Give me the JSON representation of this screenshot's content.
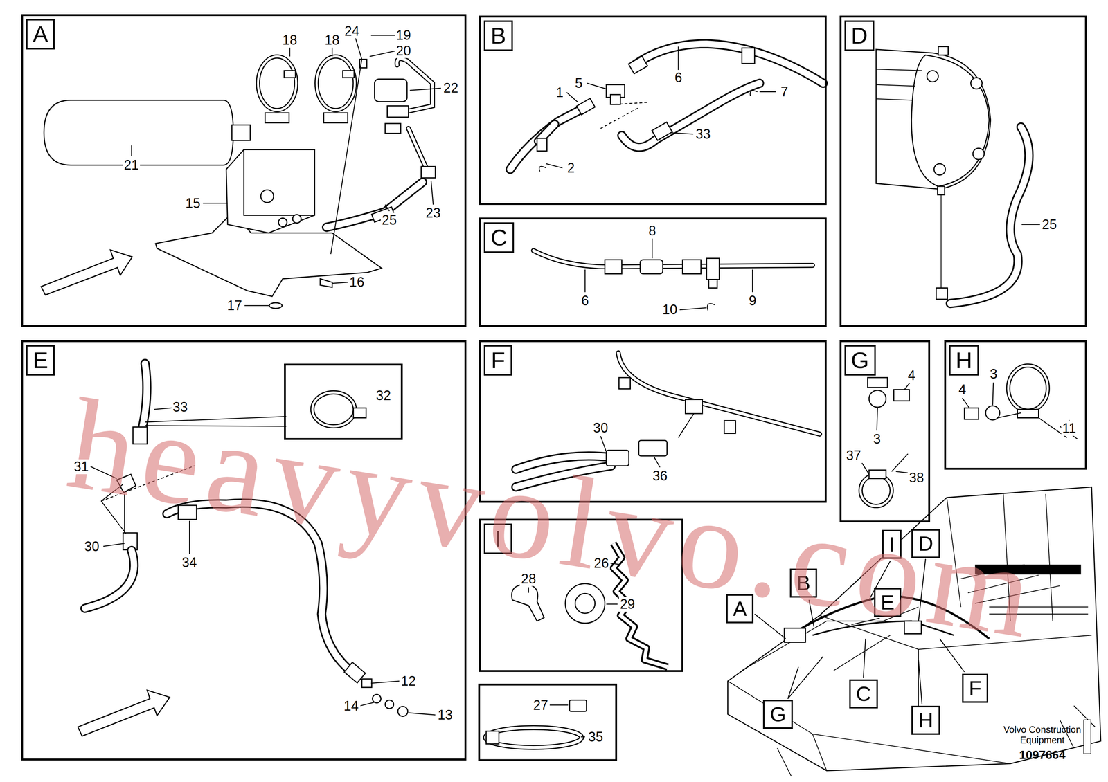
{
  "diagram": {
    "nodes": [
      {
        "text": [
          "A"
        ]
      },
      {
        "text": [
          "B"
        ]
      },
      {
        "text": [
          "C"
        ]
      },
      {
        "text": [
          "D"
        ]
      },
      {
        "text": [
          "E"
        ]
      },
      {
        "text": [
          "32"
        ],
        "in": 4
      },
      {
        "text": [
          "F"
        ]
      },
      {
        "text": [
          "G"
        ]
      },
      {
        "text": [
          "H"
        ]
      },
      {
        "text": [
          "I"
        ]
      },
      {
        "text": [
          "A"
        ]
      },
      {
        "text": [
          "B"
        ]
      },
      {
        "text": [
          "I"
        ]
      },
      {
        "text": [
          "D"
        ]
      },
      {
        "text": [
          "E"
        ]
      },
      {
        "text": [
          "C"
        ]
      },
      {
        "text": [
          "F"
        ]
      },
      {
        "text": [
          "G"
        ]
      },
      {
        "text": [
          "H"
        ]
      }
    ],
    "labels": [
      "18",
      "18",
      "24",
      "19",
      "20",
      "22",
      "21",
      "15",
      "25",
      "23",
      "16",
      "17",
      "1",
      "5",
      "6",
      "7",
      "33",
      "2",
      "8",
      "6",
      "9",
      "10",
      "25",
      "33",
      "31",
      "30",
      "34",
      "12",
      "14",
      "13",
      "30",
      "36",
      "4",
      "3",
      "37",
      "38",
      "3",
      "4",
      "11",
      "28",
      "26",
      "29",
      "27",
      "35",
      "Volvo Construction Equipment",
      "1097664",
      "heavyvolvo.com"
    ]
  }
}
